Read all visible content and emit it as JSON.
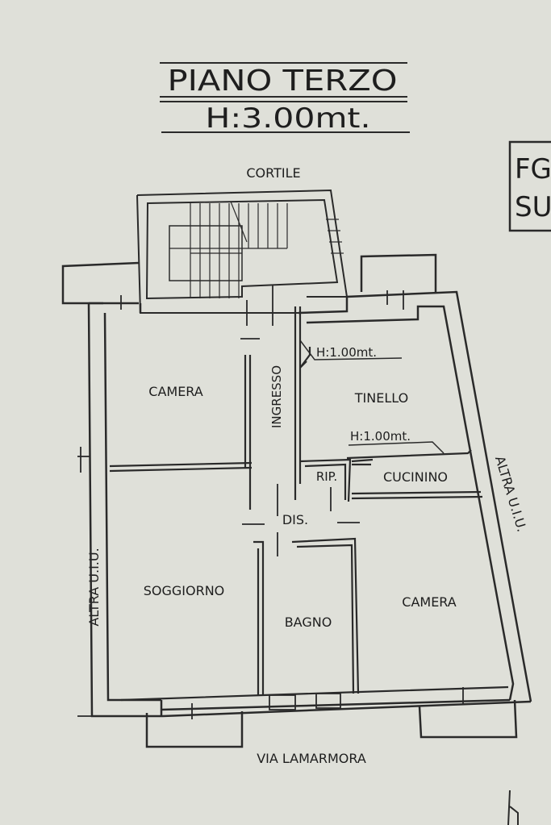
{
  "header": {
    "title": "PIANO TERZO",
    "height": "H:3.00mt."
  },
  "side_box": {
    "line1": "FG",
    "line2": "SU"
  },
  "surroundings": {
    "top": "CORTILE",
    "bottom": "VIA LAMARMORA",
    "left": "ALTRA U.I.U.",
    "right": "ALTRA U.I.U."
  },
  "rooms": {
    "camera_left": "CAMERA",
    "ingresso": "INGRESSO",
    "tinello": "TINELLO",
    "rip": "RIP.",
    "cucinino": "CUCININO",
    "dis": "DIS.",
    "soggiorno": "SOGGIORNO",
    "bagno": "BAGNO",
    "camera_right": "CAMERA"
  },
  "annotations": {
    "h_top": "H:1.00mt.",
    "h_kitchen": "H:1.00mt."
  },
  "colors": {
    "paper": "#dfe0d9",
    "ink": "#2a2a2a"
  }
}
